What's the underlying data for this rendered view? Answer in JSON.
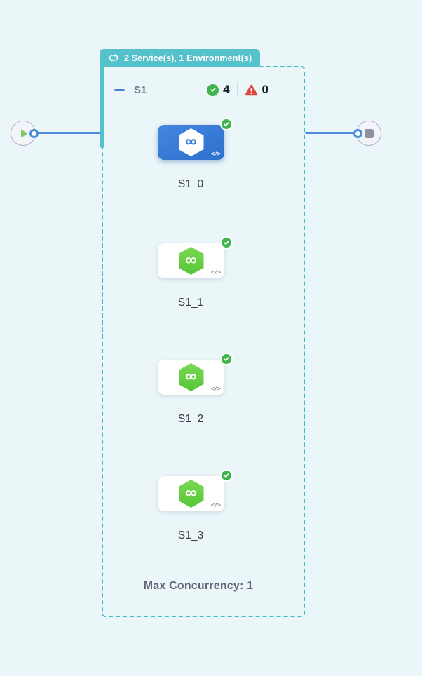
{
  "colors": {
    "background": "#ebf6f9",
    "teal_accent": "#55c1cb",
    "dashed_border": "#3dbcca",
    "edge_blue": "#4a8ddb",
    "selected_node_blue": "#3579d6",
    "hexagon_green": "#65ce44",
    "success_green": "#42b44d",
    "error_red": "#dc4a3d"
  },
  "start_node": {
    "icon": "play-icon"
  },
  "end_node": {
    "icon": "stop-icon"
  },
  "stage": {
    "badge": {
      "icon": "loop-icon",
      "label": "2 Service(s), 1 Environment(s)"
    },
    "header": {
      "collapse_icon": "minus-icon",
      "title": "S1",
      "success": {
        "icon": "check-icon",
        "count": "4"
      },
      "errors": {
        "icon": "warning-icon",
        "count": "0"
      }
    },
    "infinity_glyph": "∞",
    "nodes": [
      {
        "label": "S1_0",
        "selected": true,
        "status_icon": "check-icon",
        "type_icon": "infinity-hexagon-icon",
        "code_glyph": "</>"
      },
      {
        "label": "S1_1",
        "selected": false,
        "status_icon": "check-icon",
        "type_icon": "infinity-hexagon-icon",
        "code_glyph": "</>"
      },
      {
        "label": "S1_2",
        "selected": false,
        "status_icon": "check-icon",
        "type_icon": "infinity-hexagon-icon",
        "code_glyph": "</>"
      },
      {
        "label": "S1_3",
        "selected": false,
        "status_icon": "check-icon",
        "type_icon": "infinity-hexagon-icon",
        "code_glyph": "</>"
      }
    ],
    "footer": {
      "label": "Max Concurrency: 1"
    }
  }
}
